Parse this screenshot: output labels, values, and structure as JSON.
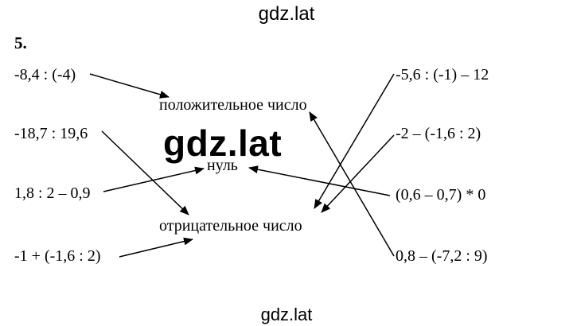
{
  "watermarks": {
    "top": "gdz.lat",
    "center": "gdz.lat",
    "bottom": "gdz.lat"
  },
  "task_number": "5.",
  "left_expressions": [
    "-8,4 : (-4)",
    "-18,7 : 19,6",
    "1,8 : 2 – 0,9",
    "-1 + (-1,6 : 2)"
  ],
  "right_expressions": [
    "-5,6 : (-1) – 12",
    "-2 – (-1,6 : 2)",
    "(0,6 – 0,7) * 0",
    "0,8 – (-7,2 : 9)"
  ],
  "categories": {
    "positive": "положительное число",
    "zero": "нуль",
    "negative": "отрицательное число"
  },
  "colors": {
    "text": "#000000",
    "background": "#ffffff"
  }
}
